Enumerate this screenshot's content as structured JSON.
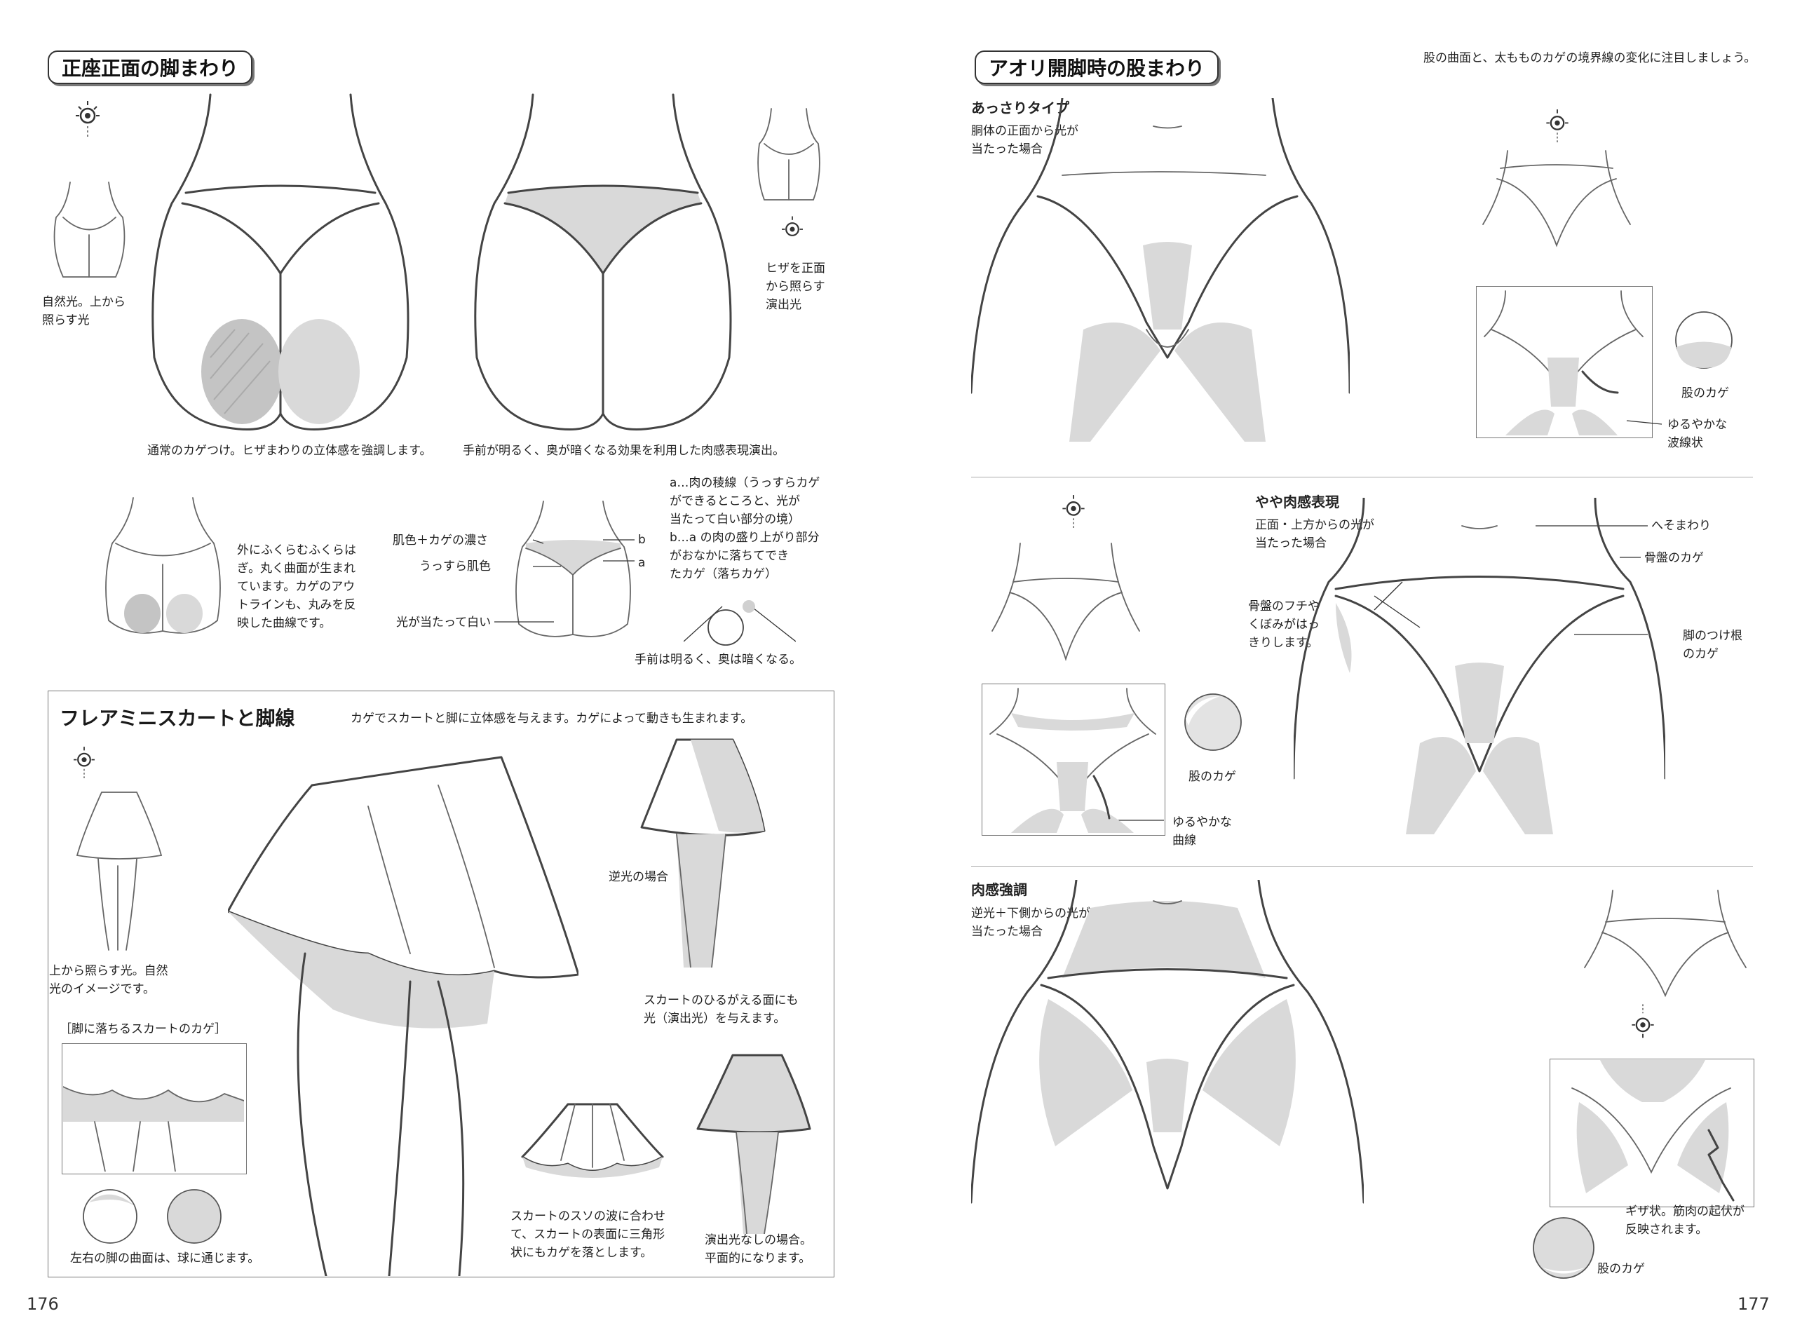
{
  "left_page": {
    "page_number": "176",
    "section1": {
      "title": "正座正面の脚まわり",
      "cap_natural": "自然光。上から\n照らす光",
      "cap_knee_light": "ヒザを正面\nから照らす\n演出光",
      "cap_normal": "通常のカゲつけ。ヒザまわりの立体感を強調します。",
      "cap_front": "手前が明るく、奥が暗くなる効果を利用した肉感表現演出。",
      "cap_outline": "外にふくらむふくらは\nぎ。丸く曲面が生まれ\nています。カゲのアウ\nトラインも、丸みを反\n映した曲線です。",
      "lbl_skin_shadow": "肌色＋カゲの濃さ",
      "lbl_light_skin": "うっすら肌色",
      "lbl_white": "光が当たって白い",
      "lbl_b": "b",
      "lbl_a": "a",
      "cap_ab": "a…肉の稜線（うっすらカゲ\nができるところと、光が\n当たって白い部分の境）\nb…a の肉の盛り上がり部分\nがおなかに落ちてでき\nたカゲ（落ちカゲ）",
      "cap_sphere": "手前は明るく、奥は暗くなる。"
    },
    "section2": {
      "title": "フレアミニスカートと脚線",
      "intro": "カゲでスカートと脚に立体感を与えます。カゲによって動きも生まれます。",
      "cap_top_light": "上から照らす光。自然\n光のイメージです。",
      "cap_skirt_shadow_head": "［脚に落ちるスカートのカゲ］",
      "cap_sphere_legs": "左右の脚の曲面は、球に通じます。",
      "cap_backlight": "逆光の場合",
      "cap_flip": "スカートのひるがえる面にも\n光（演出光）を与えます。",
      "cap_hem": "スカートのスソの波に合わせ\nて、スカートの表面に三角形\n状にもカゲを落とします。",
      "cap_noeffect": "演出光なしの場合。\n平面的になります。"
    }
  },
  "right_page": {
    "page_number": "177",
    "title": "アオリ開脚時の股まわり",
    "note": "股の曲面と、太もものカゲの境界線の変化に注目しましょう。",
    "sub1": {
      "heading": "あっさりタイプ",
      "cap": "胴体の正面から光が\n当たった場合",
      "lbl_crotch_shadow": "股のカゲ",
      "lbl_wavy": "ゆるやかな\n波線状"
    },
    "sub2": {
      "heading": "やや肉感表現",
      "cap": "正面・上方からの光が\n当たった場合",
      "lbl_navel": "へそまわり",
      "lbl_pelvis_shadow": "骨盤のカゲ",
      "lbl_pelvis_edge": "骨盤のフチや\nくぼみがはっ\nきりします。",
      "lbl_leg_root": "脚のつけ根\nのカゲ",
      "lbl_crotch_shadow": "股のカゲ",
      "lbl_curve": "ゆるやかな\n曲線"
    },
    "sub3": {
      "heading": "肉感強調",
      "cap": "逆光＋下側からの光が\n当たった場合",
      "lbl_jagged": "ギザ状。筋肉の起伏が\n反映されます。",
      "lbl_crotch_shadow": "股のカゲ"
    }
  }
}
